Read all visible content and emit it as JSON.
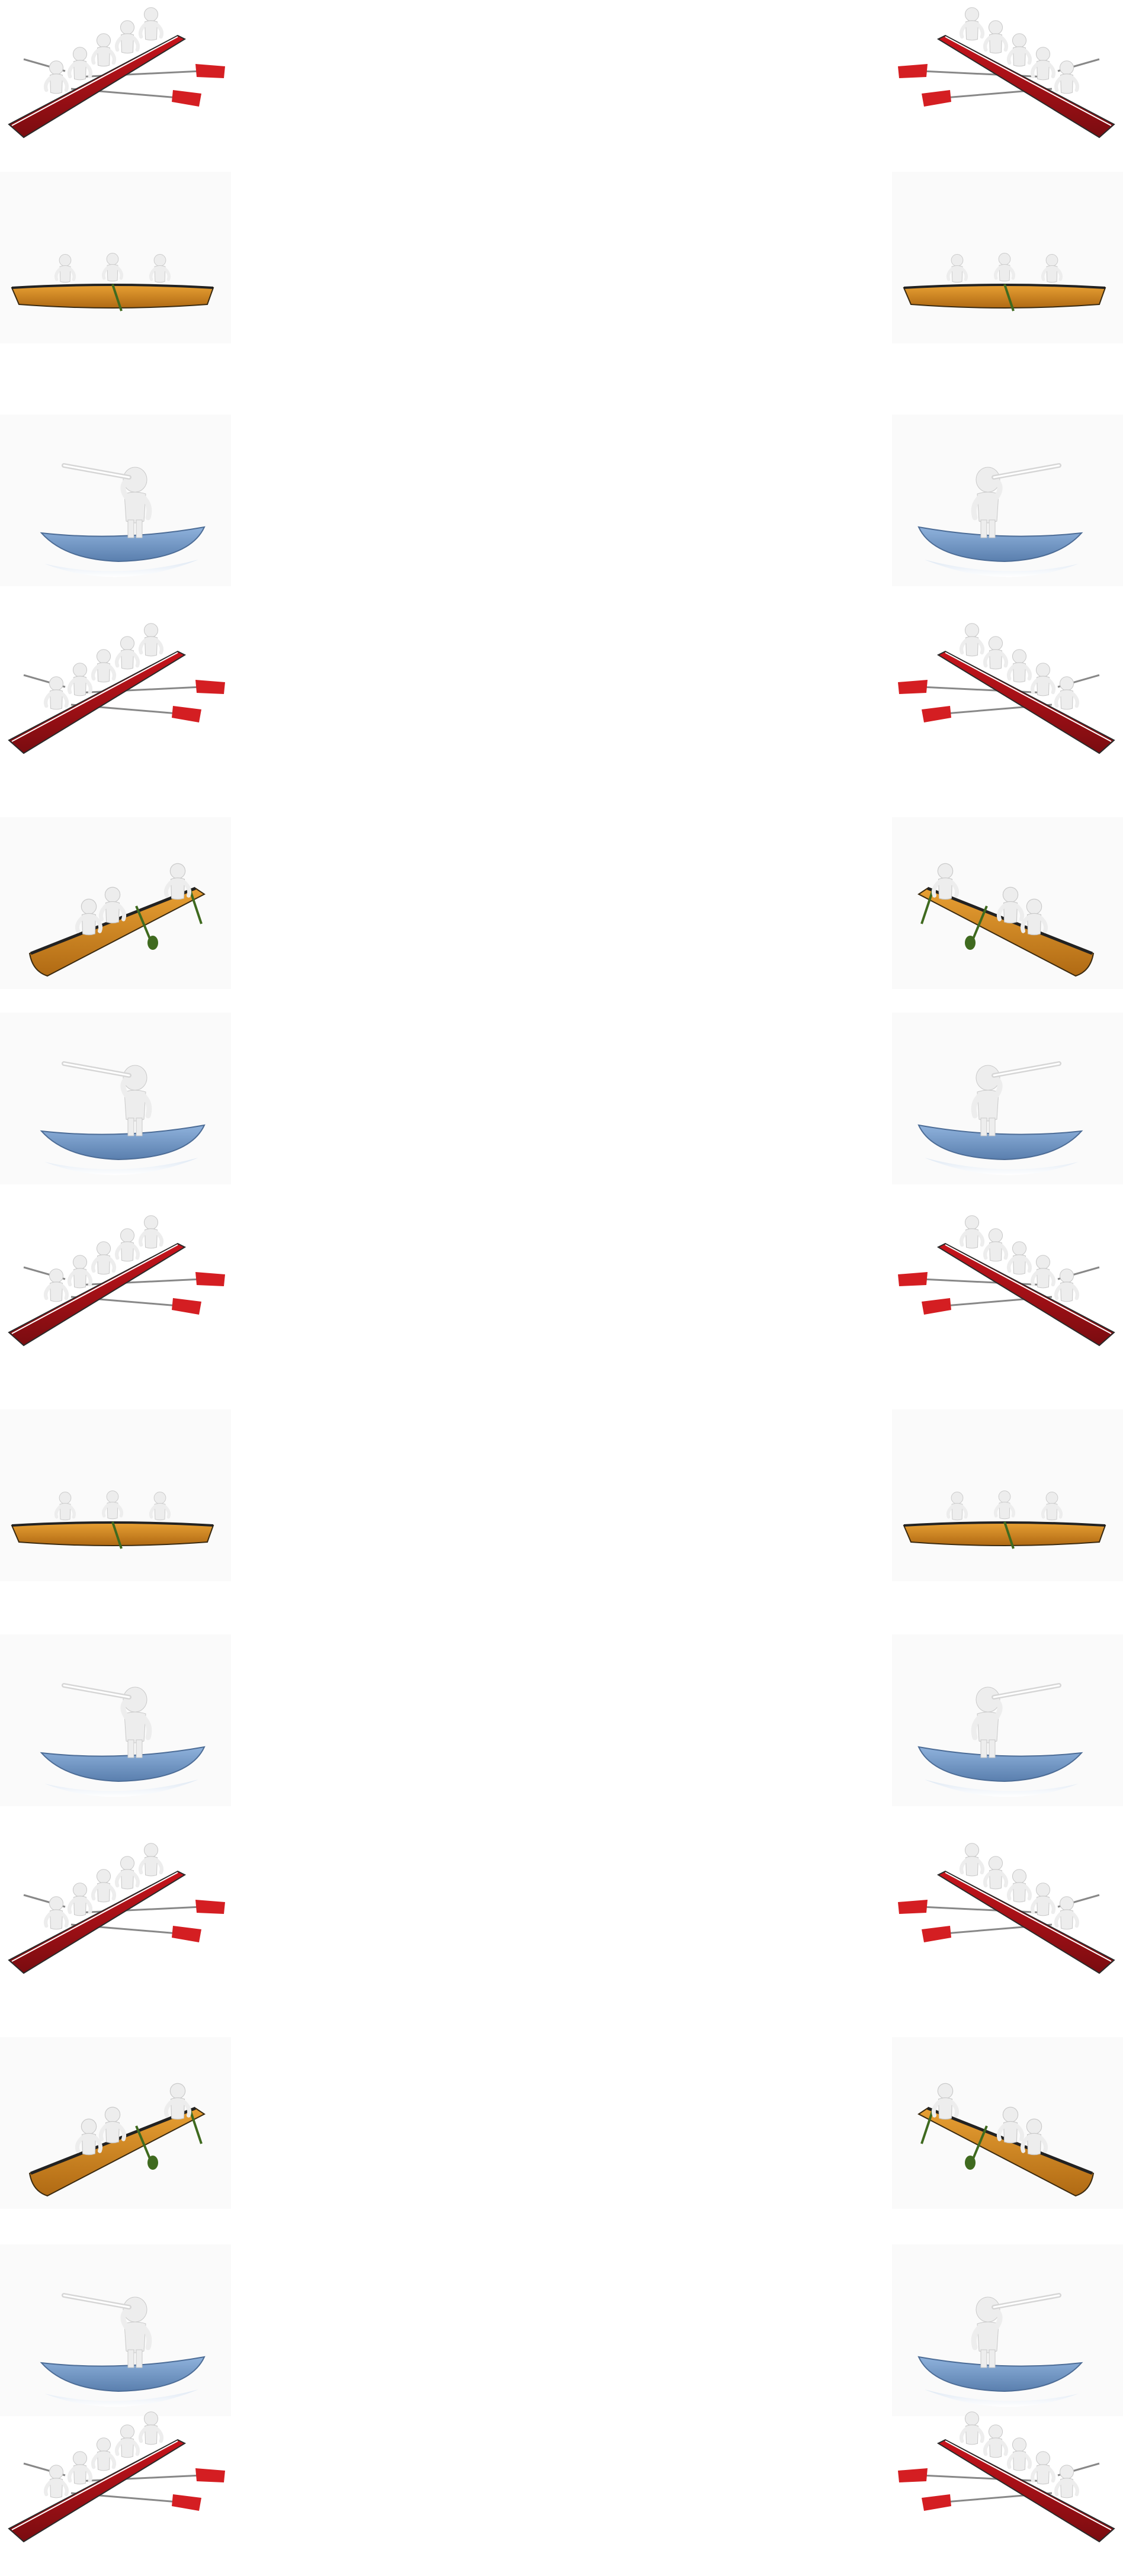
{
  "gallery": {
    "background": "#ffffff",
    "colors": {
      "red_hull": "#c8141c",
      "red_hull_dark": "#7a0c10",
      "orange_hull": "#e8a033",
      "orange_hull_dark": "#b06a14",
      "blue_hull": "#8fb2dc",
      "blue_hull_dark": "#5a7fae",
      "figure": "#ededed",
      "figure_shade": "#c9c9c9",
      "paddle_red": "#d41e22",
      "paddle_green": "#3f6a1f"
    },
    "rows": [
      {
        "left": {
          "scene": "red-rowing-shell-five-rowers"
        },
        "right": {
          "scene": "red-rowing-shell-five-rowers",
          "mirrored": true
        }
      },
      {
        "left": {
          "scene": "orange-canoe-three-rowers-side"
        },
        "right": {
          "scene": "orange-canoe-three-rowers-side"
        }
      },
      {
        "left": {
          "scene": "blue-boat-lookout-with-telescope"
        },
        "right": {
          "scene": "blue-boat-lookout-with-telescope",
          "mirrored": true
        }
      },
      {
        "left": {
          "scene": "red-rowing-shell-five-rowers"
        },
        "right": {
          "scene": "red-rowing-shell-five-rowers",
          "mirrored": true
        }
      },
      {
        "left": {
          "scene": "orange-canoe-three-rowers-angled"
        },
        "right": {
          "scene": "orange-canoe-three-rowers-angled",
          "mirrored": true
        }
      },
      {
        "left": {
          "scene": "blue-boat-lookout-with-telescope"
        },
        "right": {
          "scene": "blue-boat-lookout-with-telescope",
          "mirrored": true
        }
      },
      {
        "left": {
          "scene": "red-rowing-shell-five-rowers"
        },
        "right": {
          "scene": "red-rowing-shell-five-rowers",
          "mirrored": true
        }
      },
      {
        "left": {
          "scene": "orange-canoe-three-rowers-side"
        },
        "right": {
          "scene": "orange-canoe-three-rowers-side"
        }
      },
      {
        "left": {
          "scene": "blue-boat-lookout-with-telescope"
        },
        "right": {
          "scene": "blue-boat-lookout-with-telescope",
          "mirrored": true
        }
      },
      {
        "left": {
          "scene": "red-rowing-shell-five-rowers"
        },
        "right": {
          "scene": "red-rowing-shell-five-rowers",
          "mirrored": true
        }
      },
      {
        "left": {
          "scene": "orange-canoe-three-rowers-angled"
        },
        "right": {
          "scene": "orange-canoe-three-rowers-angled",
          "mirrored": true
        }
      },
      {
        "left": {
          "scene": "blue-boat-lookout-with-telescope"
        },
        "right": {
          "scene": "blue-boat-lookout-with-telescope",
          "mirrored": true
        }
      },
      {
        "left": {
          "scene": "red-rowing-shell-five-rowers"
        },
        "right": {
          "scene": "red-rowing-shell-five-rowers",
          "mirrored": true
        }
      }
    ]
  }
}
